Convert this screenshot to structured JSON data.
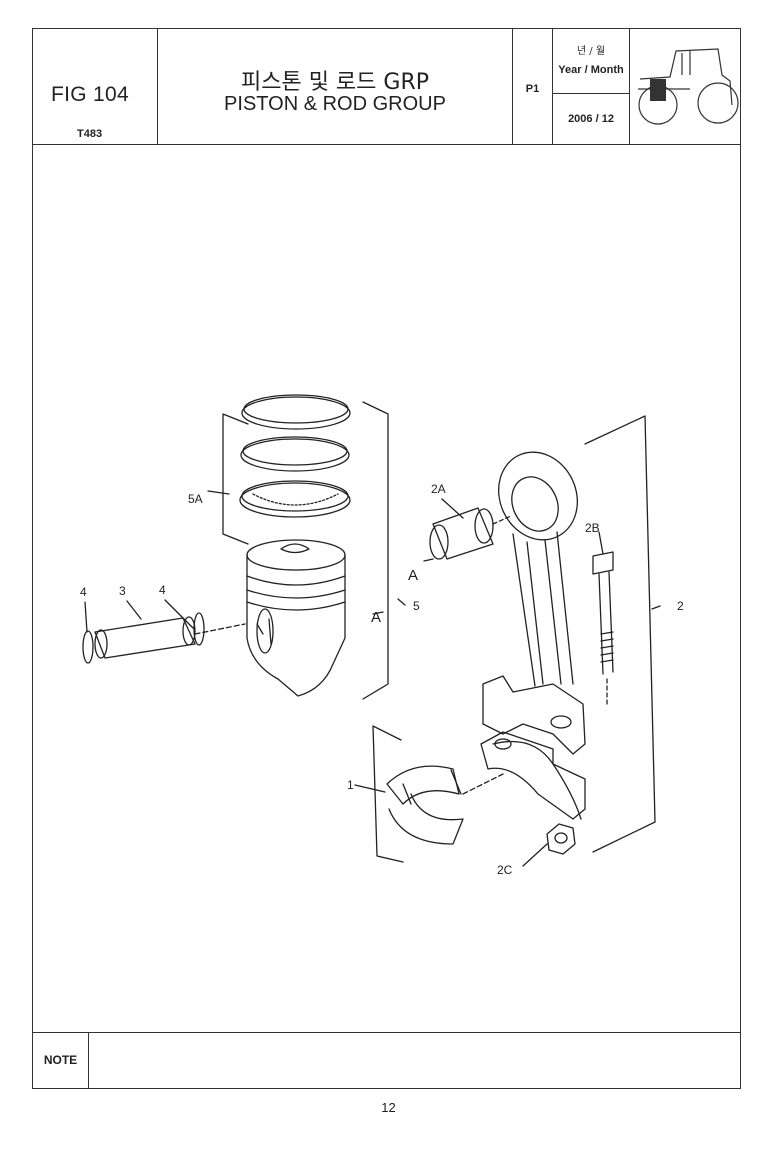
{
  "header": {
    "fig": "FIG 104",
    "code": "T483",
    "title_korean": "피스톤 및 로드 GRP",
    "title_english": "PISTON & ROD GROUP",
    "page": "P1",
    "year_month_korean": "년 / 월",
    "year_month": "Year / Month",
    "date": "2006  / 12"
  },
  "callouts": {
    "c5A": "5A",
    "c2A": "2A",
    "c2B": "2B",
    "c4a": "4",
    "c3": "3",
    "c4b": "4",
    "cA1": "A",
    "cA2": "A",
    "c5": "5",
    "c2": "2",
    "c1": "1",
    "c2C": "2C"
  },
  "note_label": "NOTE",
  "page_number": "12"
}
